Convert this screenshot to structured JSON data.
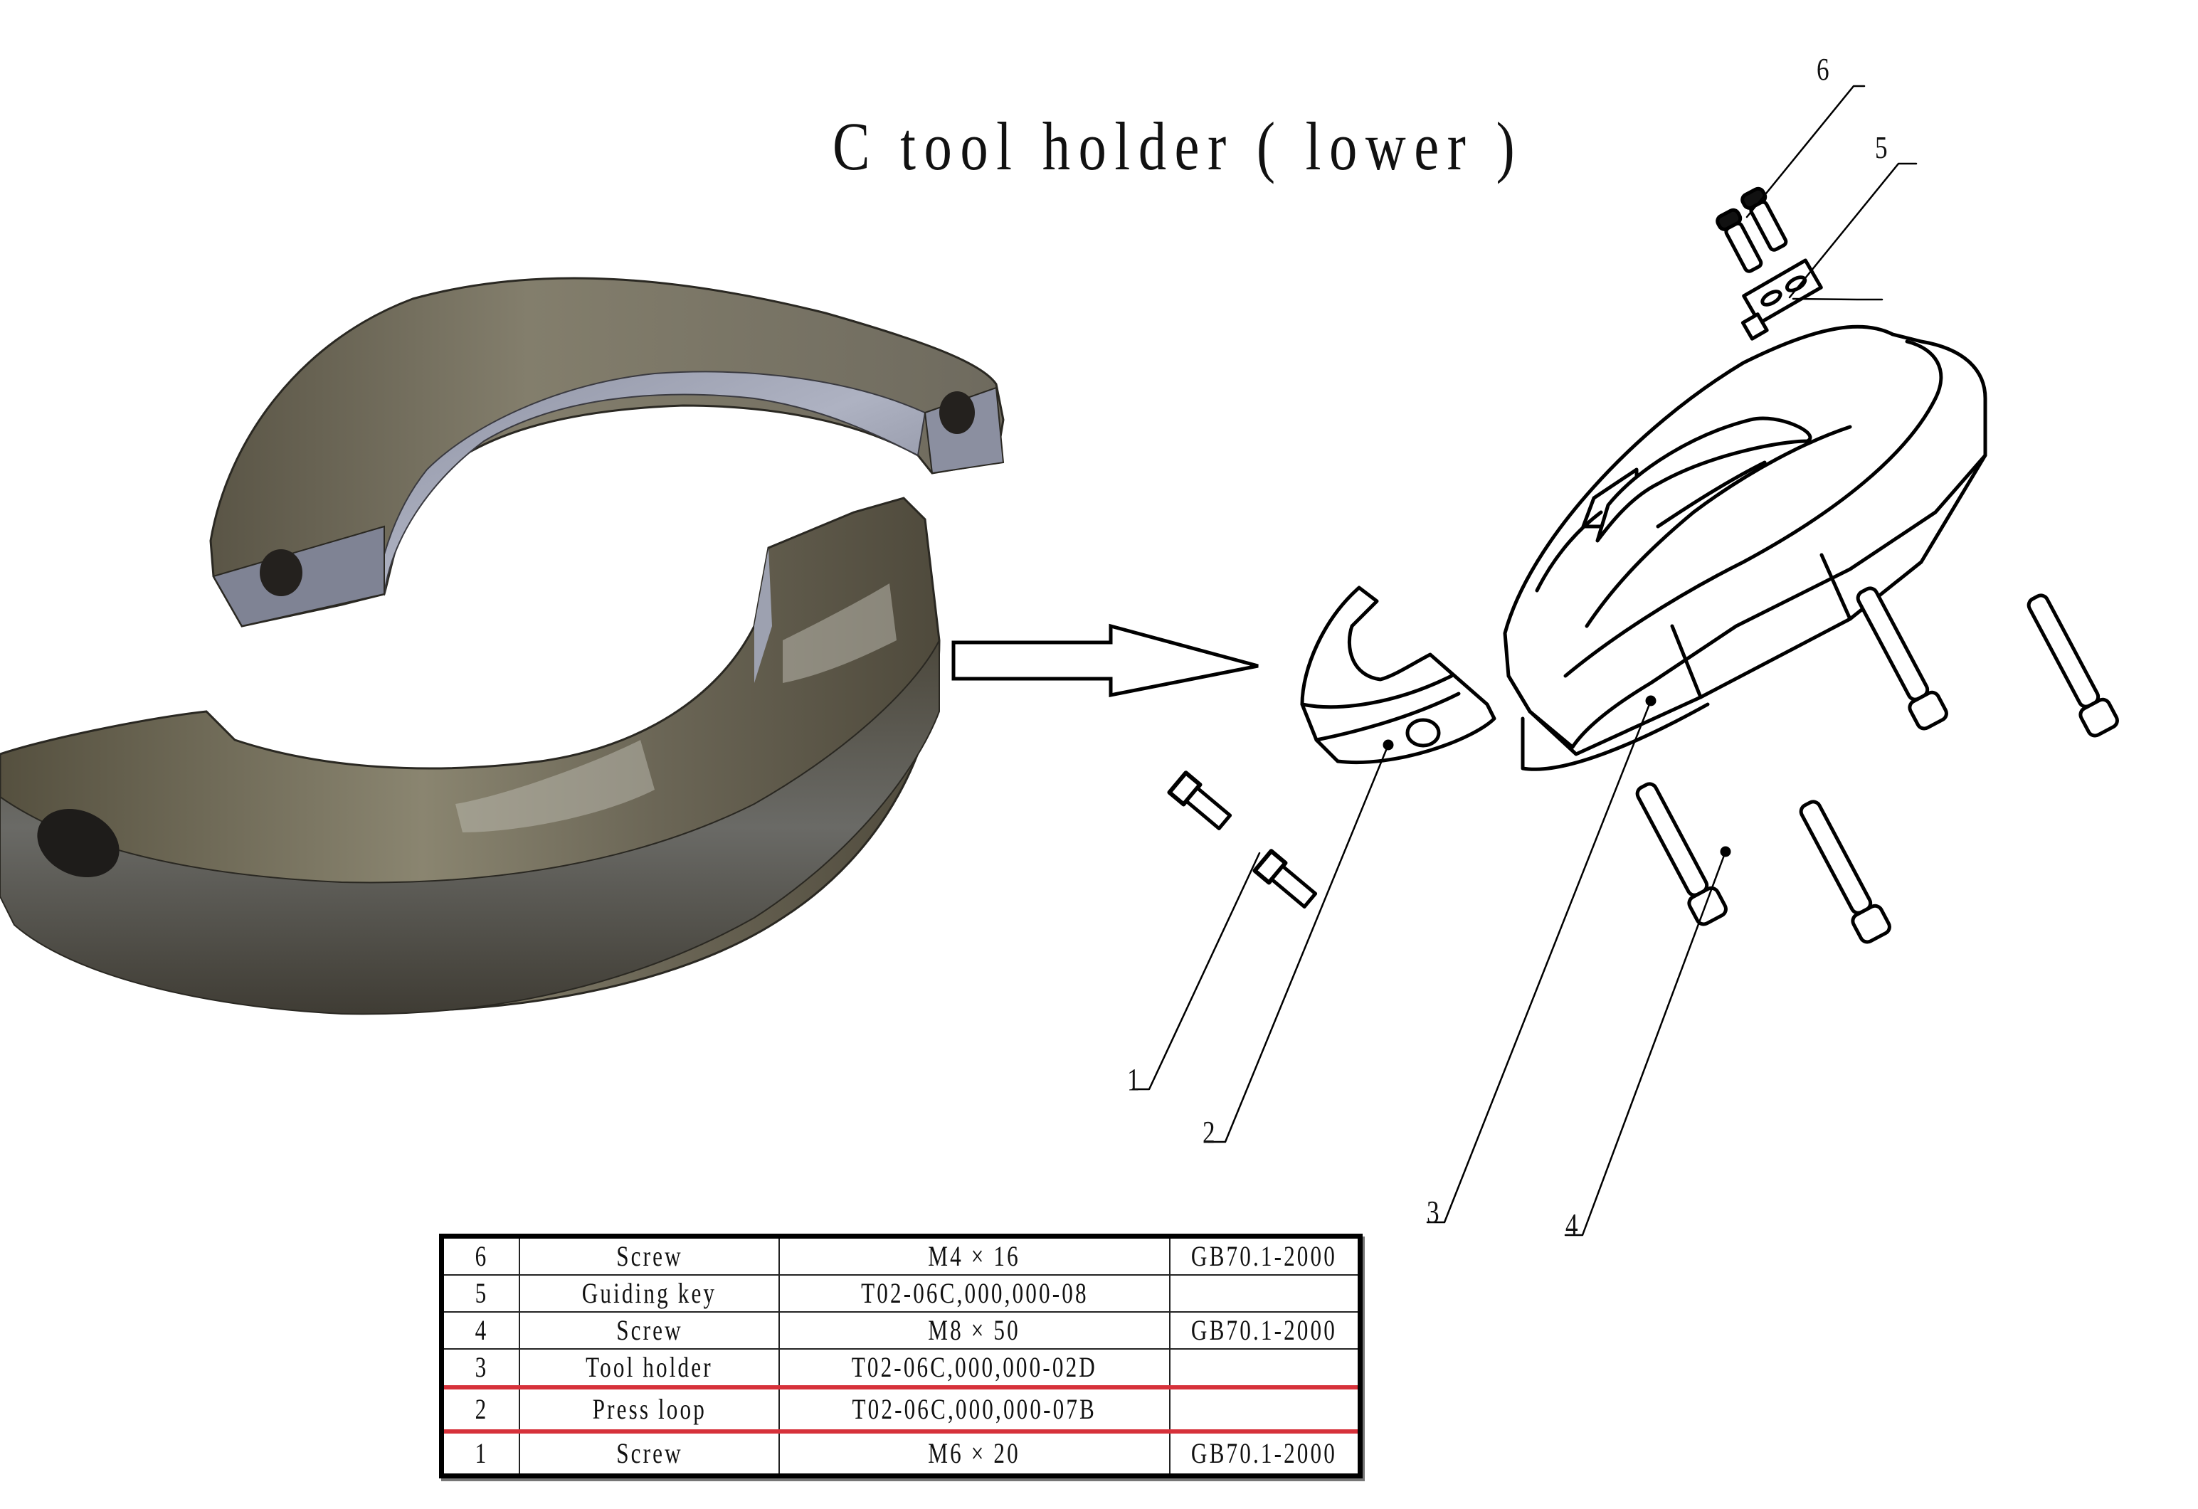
{
  "title": "C tool holder ( lower )",
  "photo": {
    "description": "Photo of split press loop (two semicircular steel halves with bolt holes)",
    "colors": {
      "metal_dark": "#4e4a3e",
      "metal_mid": "#7d7868",
      "metal_light": "#a9adbd",
      "hole": "#1e1c1a"
    }
  },
  "arrow": {
    "direction": "right"
  },
  "callouts": [
    {
      "number": "1",
      "part": "Screw"
    },
    {
      "number": "2",
      "part": "Press loop"
    },
    {
      "number": "3",
      "part": "Tool holder"
    },
    {
      "number": "4",
      "part": "Screw"
    },
    {
      "number": "5",
      "part": "Guiding key"
    },
    {
      "number": "6",
      "part": "Screw"
    }
  ],
  "parts_table": {
    "highlight_color": "#d6313a",
    "highlighted_row_no": "2",
    "rows": [
      {
        "no": "6",
        "name": "Screw",
        "spec": "M4 × 16",
        "standard": "GB70.1-2000"
      },
      {
        "no": "5",
        "name": "Guiding key",
        "spec": "T02-06C,000,000-08",
        "standard": ""
      },
      {
        "no": "4",
        "name": "Screw",
        "spec": "M8 × 50",
        "standard": "GB70.1-2000"
      },
      {
        "no": "3",
        "name": "Tool holder",
        "spec": "T02-06C,000,000-02D",
        "standard": ""
      },
      {
        "no": "2",
        "name": "Press loop",
        "spec": "T02-06C,000,000-07B",
        "standard": ""
      },
      {
        "no": "1",
        "name": "Screw",
        "spec": "M6 × 20",
        "standard": "GB70.1-2000"
      }
    ]
  }
}
